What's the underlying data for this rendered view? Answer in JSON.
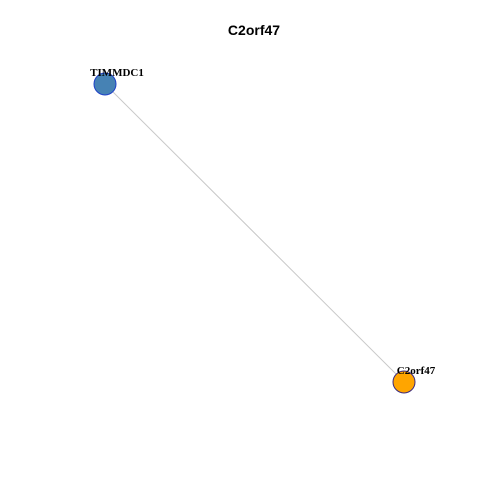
{
  "title": "C2orf47",
  "nodes": [
    {
      "id": "TIMMDC1",
      "label": "TIMMDC1",
      "fill": "#4682B4",
      "stroke": "#1E40C8"
    },
    {
      "id": "C2orf47",
      "label": "C2orf47",
      "fill": "#FFA500",
      "stroke": "#3A2A80"
    }
  ],
  "edges": [
    {
      "source": "TIMMDC1",
      "target": "C2orf47",
      "color": "#C8C8C8"
    }
  ]
}
